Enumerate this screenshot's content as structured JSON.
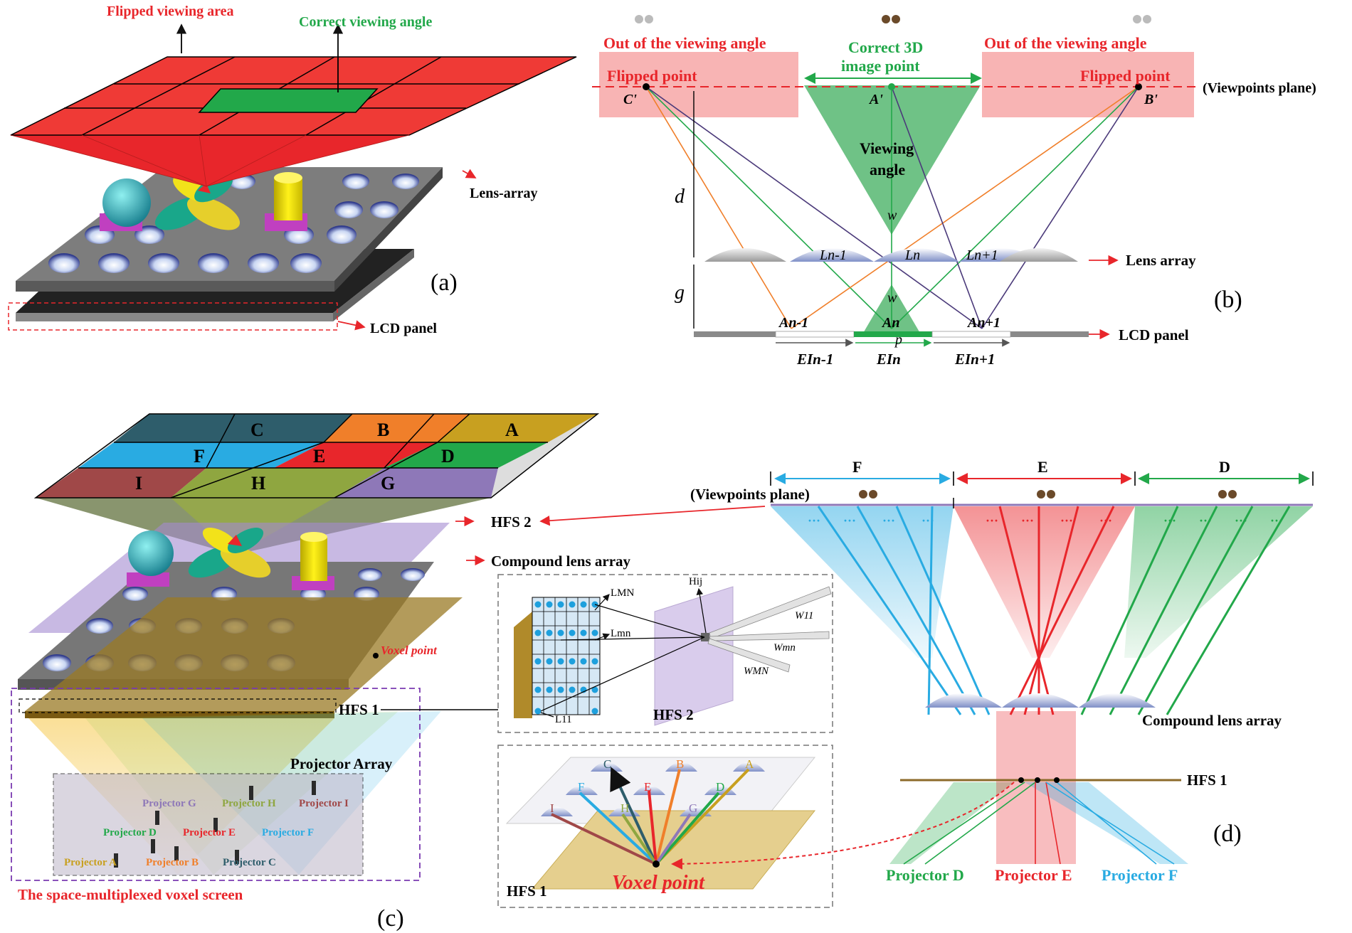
{
  "panel_a": {
    "flipped_area": "Flipped viewing area",
    "correct_angle": "Correct viewing angle",
    "lens_array": "Lens-array",
    "lcd_panel": "LCD panel",
    "tag": "(a)"
  },
  "panel_b": {
    "out_left": "Out of the viewing angle",
    "out_right": "Out of the viewing angle",
    "correct_1": "Correct 3D",
    "correct_2": "image point",
    "flipped_left": "Flipped point",
    "flipped_right": "Flipped point",
    "viewpoints_plane": "(Viewpoints plane)",
    "c_prime": "C'",
    "a_prime": "A'",
    "b_prime": "B'",
    "viewing": "Viewing",
    "angle": "angle",
    "w_top": "w",
    "w_bot": "w",
    "d": "d",
    "g": "g",
    "ln_minus": "Ln-1",
    "ln": "Ln",
    "ln_plus": "Ln+1",
    "lens_array": "Lens array",
    "an_minus": "An-1",
    "an": "An",
    "an_plus": "An+1",
    "p": "p",
    "ei_minus": "EIn-1",
    "ei": "EIn",
    "ei_plus": "EIn+1",
    "lcd_panel": "LCD panel",
    "tag": "(b)"
  },
  "panel_c": {
    "zones": [
      "C",
      "B",
      "A",
      "F",
      "E",
      "D",
      "I",
      "H",
      "G"
    ],
    "hfs2": "HFS 2",
    "compound_lens": "Compound lens array",
    "voxel_point": "Voxel point",
    "hfs1": "HFS 1",
    "projector_array": "Projector Array",
    "projectors": [
      "Projector G",
      "Projector H",
      "Projector I",
      "Projector D",
      "Projector E",
      "Projector F",
      "Projector A",
      "Projector B",
      "Projector C"
    ],
    "caption": "The space-multiplexed voxel screen",
    "tag": "(c)"
  },
  "inset_top": {
    "l_mn_big": "LMN",
    "l_mn": "Lmn",
    "l_11": "L11",
    "h_ij": "Hij",
    "w_11": "W11",
    "w_mn": "Wmn",
    "w_MN": "WMN",
    "hfs2": "HFS 2"
  },
  "inset_bottom": {
    "letters": [
      "C",
      "B",
      "A",
      "F",
      "E",
      "D",
      "I",
      "H",
      "G"
    ],
    "hfs1": "HFS 1",
    "voxel_point": "Voxel point"
  },
  "panel_d": {
    "zone_f": "F",
    "zone_e": "E",
    "zone_d": "D",
    "viewpoints_plane": "(Viewpoints plane)",
    "compound_lens": "Compound lens array",
    "hfs1": "HFS 1",
    "proj_d": "Projector D",
    "proj_e": "Projector E",
    "proj_f": "Projector F",
    "tag": "(d)"
  },
  "colors": {
    "red": "#e8262b",
    "green": "#22a84a",
    "blue": "#29abe2",
    "orange": "#f07f2a",
    "purple": "#8e78b8",
    "brown": "#8c5a3c",
    "gold": "#b08a2a",
    "teal": "#2e5d6b"
  }
}
